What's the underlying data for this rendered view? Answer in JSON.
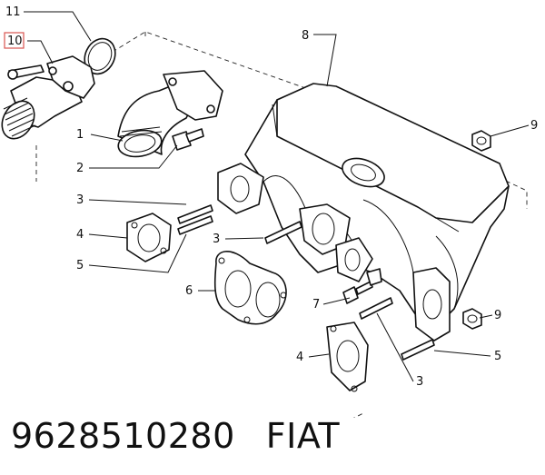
{
  "diagram": {
    "callouts": [
      {
        "id": "c11",
        "label": "11"
      },
      {
        "id": "c10",
        "label": "10",
        "highlighted": true
      },
      {
        "id": "c8",
        "label": "8"
      },
      {
        "id": "c9a",
        "label": "9"
      },
      {
        "id": "c1",
        "label": "1"
      },
      {
        "id": "c2",
        "label": "2"
      },
      {
        "id": "c3a",
        "label": "3"
      },
      {
        "id": "c4a",
        "label": "4"
      },
      {
        "id": "c5a",
        "label": "5"
      },
      {
        "id": "c3b",
        "label": "3"
      },
      {
        "id": "c6",
        "label": "6"
      },
      {
        "id": "c7",
        "label": "7"
      },
      {
        "id": "c9b",
        "label": "9"
      },
      {
        "id": "c4b",
        "label": "4"
      },
      {
        "id": "c3c",
        "label": "3"
      },
      {
        "id": "c5b",
        "label": "5"
      }
    ],
    "highlight_color": "#d9534f"
  },
  "footer": {
    "part_number": "9628510280",
    "brand": "FIAT"
  }
}
